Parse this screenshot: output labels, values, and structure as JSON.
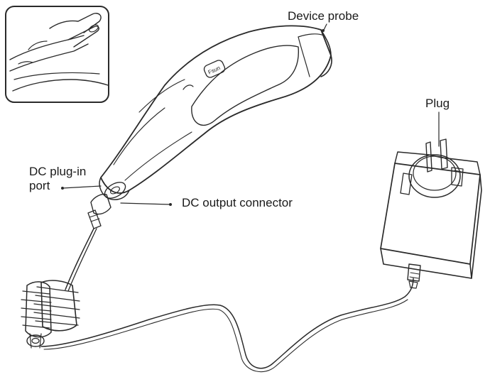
{
  "labels": {
    "device_probe": "Device probe",
    "plug": "Plug",
    "dc_plugin_port_line1": "DC plug-in",
    "dc_plugin_port_line2": "port",
    "dc_output_connector": "DC output connector"
  },
  "device": {
    "button_text": "Fsun"
  },
  "colors": {
    "line": "#2a2a2a",
    "background": "#ffffff",
    "text": "#1a1a1a"
  }
}
